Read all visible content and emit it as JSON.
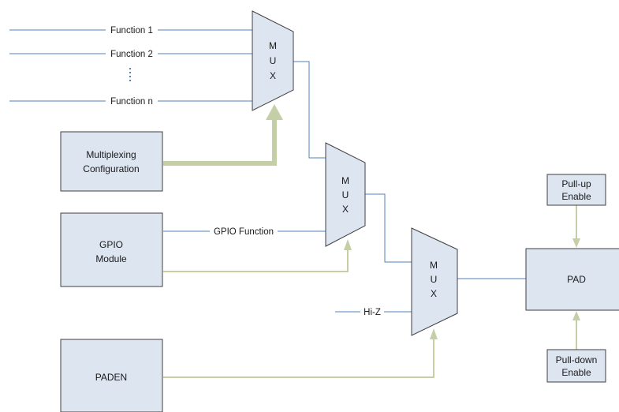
{
  "inputs": {
    "f1": "Function 1",
    "f2": "Function 2",
    "fn": "Function n",
    "gpio_function": "GPIO Function",
    "hiz": "Hi-Z"
  },
  "mux_letters": [
    "M",
    "U",
    "X"
  ],
  "boxes": {
    "mux_config_line1": "Multiplexing",
    "mux_config_line2": "Configuration",
    "gpio_line1": "GPIO",
    "gpio_line2": "Module",
    "paden": "PADEN",
    "pad": "PAD",
    "pullup_line1": "Pull-up",
    "pullup_line2": "Enable",
    "pulldown_line1": "Pull-down",
    "pulldown_line2": "Enable"
  },
  "colors": {
    "box_fill": "#dde5f0",
    "signal_line": "#4f81bd",
    "control_line": "#c4cfa8"
  }
}
